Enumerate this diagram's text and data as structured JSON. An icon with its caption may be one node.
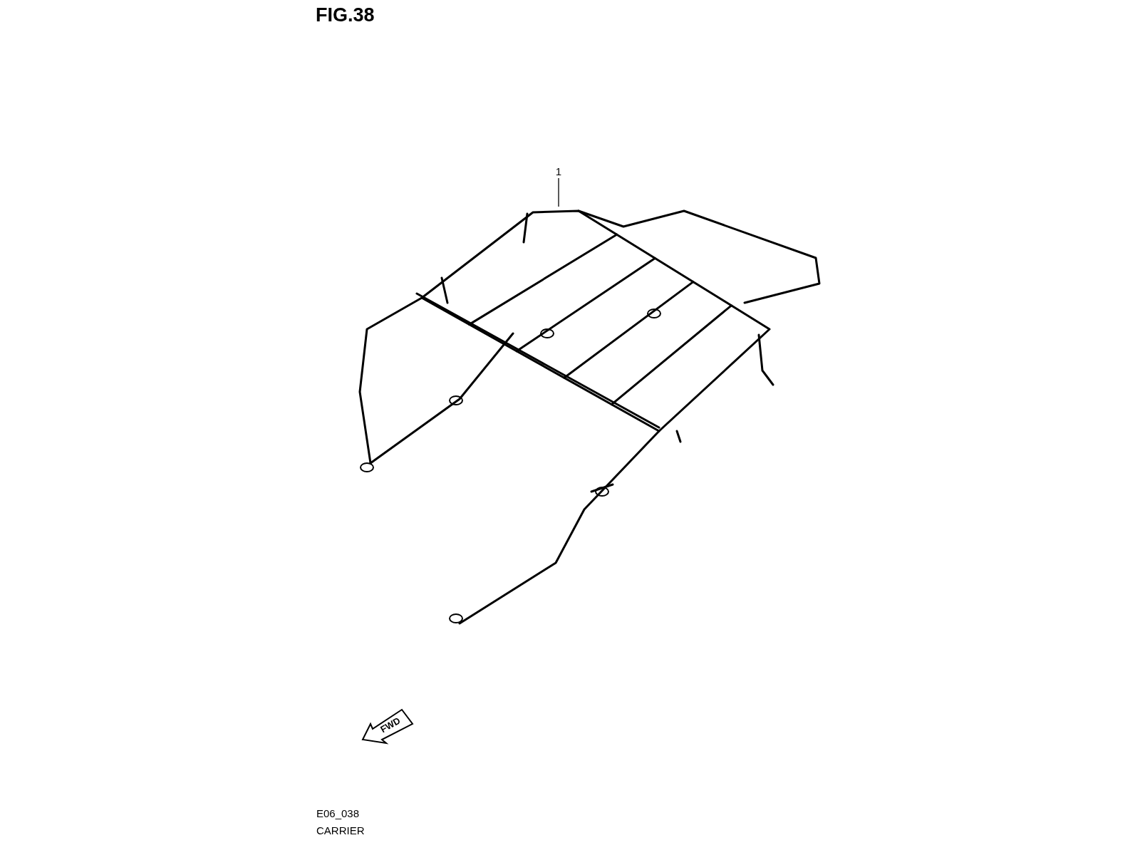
{
  "diagram": {
    "title": "FIG.38",
    "nodes": [
      {
        "text": [
          "1"
        ]
      },
      {
        "text": [],
        "shape": "picture"
      }
    ],
    "edges": [
      {
        "from": 0,
        "to": 1,
        "arrow": "none"
      }
    ],
    "labels": [
      "FWD",
      "E06_038",
      "CARRIER"
    ]
  }
}
